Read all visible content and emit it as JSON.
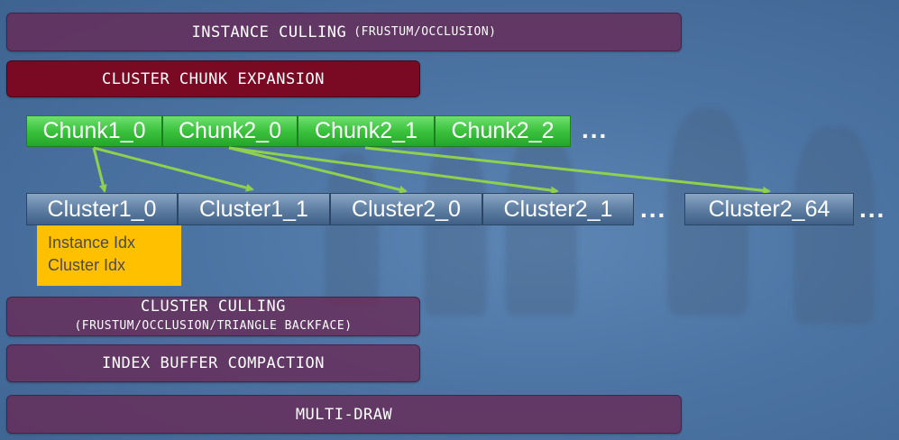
{
  "stages": {
    "instance_culling": "INSTANCE CULLING",
    "instance_culling_sub": "(FRUSTUM/OCCLUSION)",
    "cluster_chunk_expansion": "CLUSTER CHUNK EXPANSION",
    "cluster_culling": "CLUSTER CULLING",
    "cluster_culling_sub": "(FRUSTUM/OCCLUSION/TRIANGLE BACKFACE)",
    "index_buffer_compaction": "INDEX BUFFER COMPACTION",
    "multi_draw": "MULTI-DRAW"
  },
  "chunks": [
    "Chunk1_0",
    "Chunk2_0",
    "Chunk2_1",
    "Chunk2_2"
  ],
  "chunks_ellipsis": "...",
  "clusters": [
    "Cluster1_0",
    "Cluster1_1",
    "Cluster2_0",
    "Cluster2_1",
    "Cluster2_64"
  ],
  "clusters_ellipsis": "...",
  "cluster_info": {
    "line1": "Instance Idx",
    "line2": "Cluster Idx"
  },
  "colors": {
    "stage_fill": "#692855",
    "expansion_fill": "#7a0a24",
    "chunk_fill": "#3fc541",
    "cluster_fill": "#5f7fa3",
    "info_fill": "#ffc000",
    "arrow": "#8fd14f"
  }
}
